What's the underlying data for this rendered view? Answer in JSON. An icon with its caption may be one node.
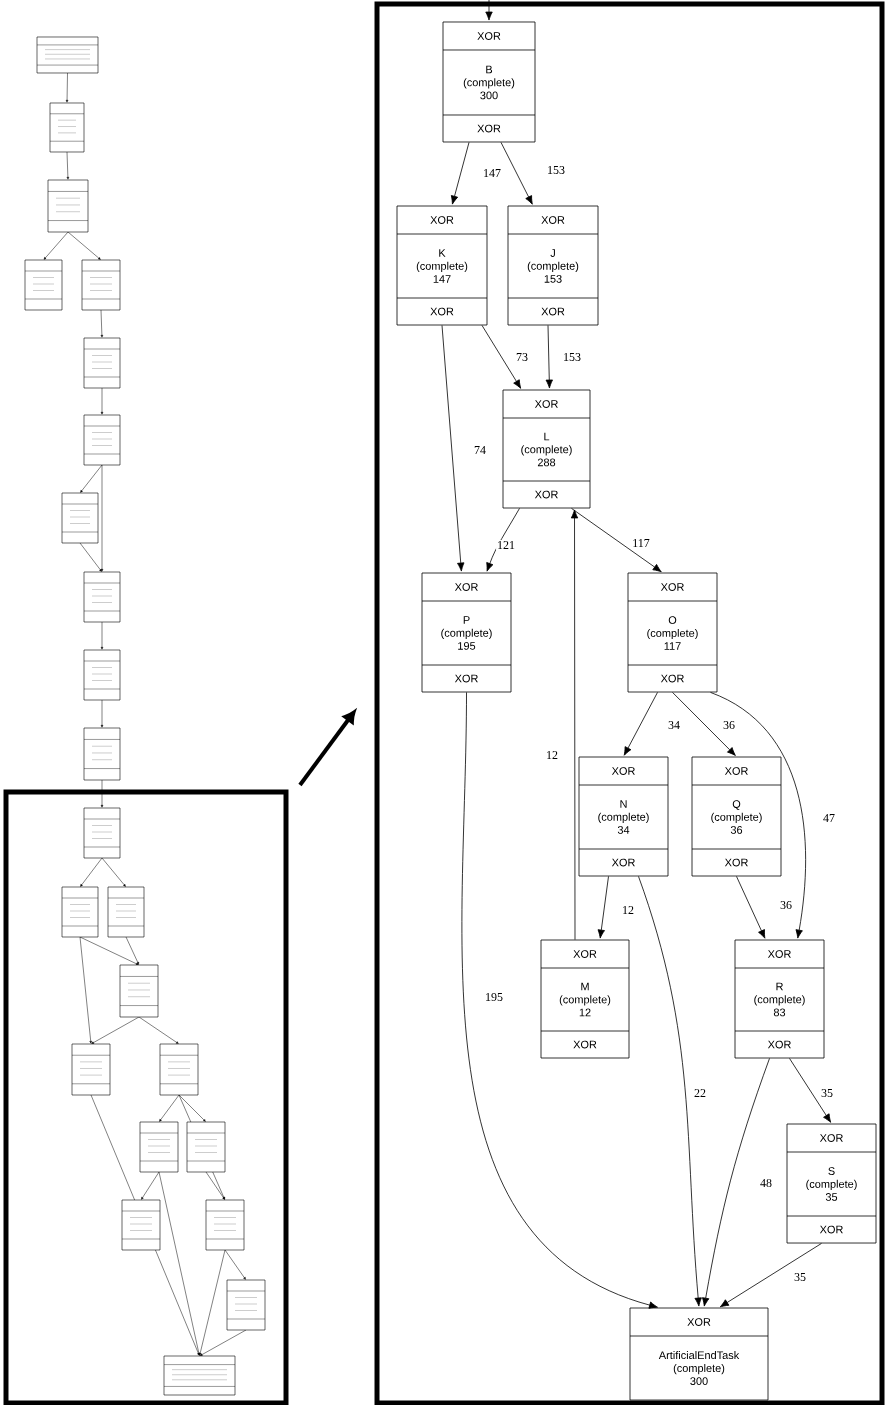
{
  "diagram": {
    "nodes": [
      {
        "text": [
          "XOR",
          "B (complete) 300",
          "XOR"
        ]
      },
      {
        "text": [
          "XOR",
          "K (complete) 147",
          "XOR"
        ]
      },
      {
        "text": [
          "XOR",
          "J (complete) 153",
          "XOR"
        ]
      },
      {
        "text": [
          "XOR",
          "L (complete) 288",
          "XOR"
        ]
      },
      {
        "text": [
          "XOR",
          "P (complete) 195",
          "XOR"
        ]
      },
      {
        "text": [
          "XOR",
          "O (complete) 117",
          "XOR"
        ]
      },
      {
        "text": [
          "XOR",
          "N (complete) 34",
          "XOR"
        ]
      },
      {
        "text": [
          "XOR",
          "Q (complete) 36",
          "XOR"
        ]
      },
      {
        "text": [
          "XOR",
          "M (complete) 12",
          "XOR"
        ]
      },
      {
        "text": [
          "XOR",
          "R (complete) 83",
          "XOR"
        ]
      },
      {
        "text": [
          "XOR",
          "S (complete) 35",
          "XOR"
        ]
      },
      {
        "text": [
          "XOR",
          "ArtificialEndTask (complete) 300"
        ]
      }
    ],
    "edges": [
      {
        "from": null,
        "to": 0,
        "arrow": "to"
      },
      {
        "from": 0,
        "to": 1,
        "arrow": "to",
        "label": "147"
      },
      {
        "from": 0,
        "to": 2,
        "arrow": "to",
        "label": "153"
      },
      {
        "from": 1,
        "to": 3,
        "arrow": "to",
        "label": "73"
      },
      {
        "from": 2,
        "to": 3,
        "arrow": "to",
        "label": "153"
      },
      {
        "from": 1,
        "to": 4,
        "arrow": "to",
        "label": "74"
      },
      {
        "from": 3,
        "to": 4,
        "arrow": "to",
        "label": "121"
      },
      {
        "from": 3,
        "to": 5,
        "arrow": "to",
        "label": "117"
      },
      {
        "from": 5,
        "to": 6,
        "arrow": "to",
        "label": "34"
      },
      {
        "from": 5,
        "to": 7,
        "arrow": "to",
        "label": "36"
      },
      {
        "from": 5,
        "to": 9,
        "arrow": "to",
        "label": "47"
      },
      {
        "from": 8,
        "to": 3,
        "arrow": "to",
        "label": "12"
      },
      {
        "from": 6,
        "to": 8,
        "arrow": "to",
        "label": "12"
      },
      {
        "from": 7,
        "to": 9,
        "arrow": "to",
        "label": "36"
      },
      {
        "from": 4,
        "to": 11,
        "arrow": "to",
        "label": "195"
      },
      {
        "from": 6,
        "to": 11,
        "arrow": "to",
        "label": "22"
      },
      {
        "from": 9,
        "to": 11,
        "arrow": "to",
        "label": "48"
      },
      {
        "from": 9,
        "to": 10,
        "arrow": "to",
        "label": "35"
      },
      {
        "from": 10,
        "to": 11,
        "arrow": "to",
        "label": "35"
      }
    ]
  }
}
